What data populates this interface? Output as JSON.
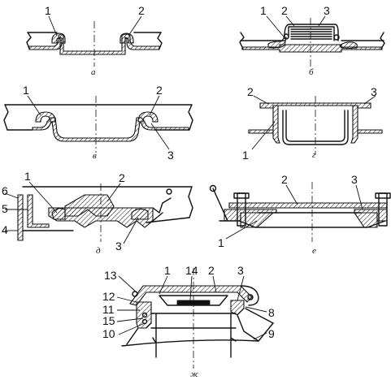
{
  "panels": [
    {
      "id": "a",
      "caption": "а",
      "callouts": [
        "1",
        "2"
      ]
    },
    {
      "id": "b",
      "caption": "б",
      "callouts": [
        "1",
        "2",
        "3"
      ]
    },
    {
      "id": "v",
      "caption": "в",
      "callouts": [
        "1",
        "2",
        "3"
      ]
    },
    {
      "id": "g",
      "caption": "г",
      "callouts": [
        "1",
        "2",
        "3"
      ]
    },
    {
      "id": "d",
      "caption": "д",
      "callouts": [
        "1",
        "2",
        "3",
        "4",
        "5",
        "6"
      ]
    },
    {
      "id": "e",
      "caption": "е",
      "callouts": [
        "1",
        "2",
        "3"
      ]
    },
    {
      "id": "zh",
      "caption": "ж",
      "callouts": [
        "1",
        "2",
        "3",
        "8",
        "9",
        "10",
        "11",
        "12",
        "13",
        "14",
        "15"
      ]
    }
  ]
}
